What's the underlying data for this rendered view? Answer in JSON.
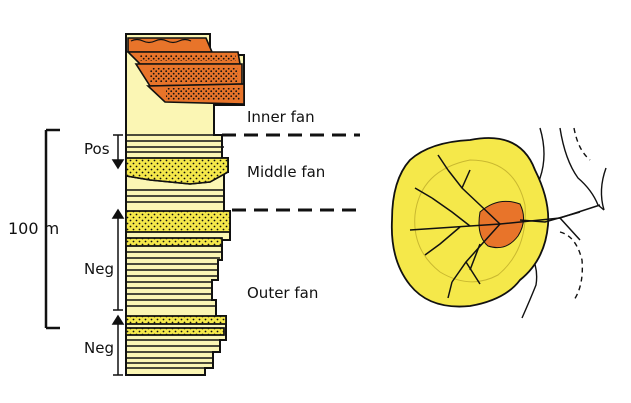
{
  "scale_bar": {
    "label": "100 m"
  },
  "trends": [
    {
      "label": "Pos"
    },
    {
      "label": "Neg"
    },
    {
      "label": "Neg"
    }
  ],
  "fan_zones": [
    {
      "label": "Inner fan"
    },
    {
      "label": "Middle fan"
    },
    {
      "label": "Outer fan"
    }
  ],
  "colors": {
    "inner_fan": "#e8742a",
    "fan_sand": "#f5e84a",
    "fine_beds": "#fbf6b4",
    "outline": "#111111"
  }
}
